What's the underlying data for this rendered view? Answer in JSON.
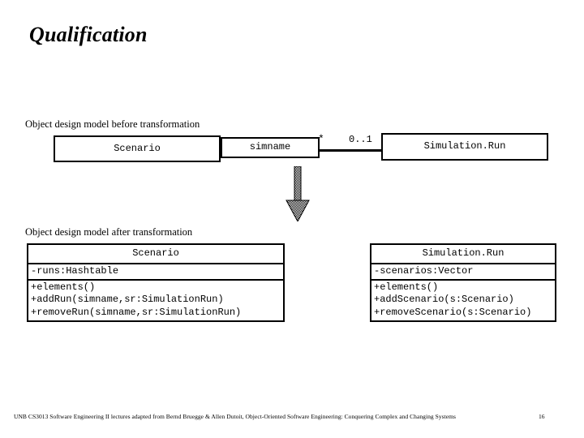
{
  "slide": {
    "title": "Qualification",
    "page_number": "16",
    "footer": "UNB CS3013 Software Engineering II lectures adapted from Bernd Bruegge & Allen Dutoit, Object-Oriented Software Engineering: Conquering Complex and Changing Systems"
  },
  "before": {
    "caption": "Object design model before transformation",
    "scenario_class": "Scenario",
    "qualifier": "simname",
    "source_multiplicity": "*",
    "target_multiplicity": "0..1",
    "simulationrun_class": "Simulation.Run"
  },
  "transform": {
    "arrow_icon": "down-arrow-icon"
  },
  "after": {
    "caption": "Object design model after transformation",
    "scenario": {
      "name": "Scenario",
      "attributes": [
        "-runs:Hashtable"
      ],
      "operations": [
        "+elements()",
        "+addRun(simname,sr:SimulationRun)",
        "+removeRun(simname,sr:SimulationRun)"
      ]
    },
    "simulationrun": {
      "name": "Simulation.Run",
      "attributes": [
        "-scenarios:Vector"
      ],
      "operations": [
        "+elements()",
        "+addScenario(s:Scenario)",
        "+removeScenario(s:Scenario)"
      ]
    }
  },
  "colors": {
    "stroke": "#000000",
    "background": "#ffffff",
    "arrow_fill": "#9a9a9a"
  }
}
